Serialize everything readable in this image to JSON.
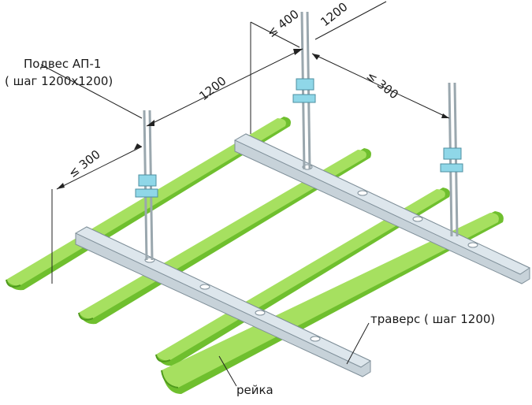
{
  "colors": {
    "rail_fill": "#a6e060",
    "rail_shade": "#6fbf2e",
    "rail_dark": "#4f9a1c",
    "traverse_fill": "#dde6ec",
    "traverse_edge": "#7f8f99",
    "hanger_metal": "#9aa7ae",
    "hanger_clip": "#8fd7e8",
    "leader": "#222222"
  },
  "labels": {
    "hanger_line1": "Подвес АП-1",
    "hanger_line2": "( шаг 1200х1200)",
    "traverse": "траверс ( шаг 1200)",
    "rail": "рейка"
  },
  "dimensions": {
    "top_offset": "≤ 400",
    "top_span": "1200",
    "mid_span": "1200",
    "left_offset": "≤ 300",
    "right_offset": "≤ 300"
  }
}
